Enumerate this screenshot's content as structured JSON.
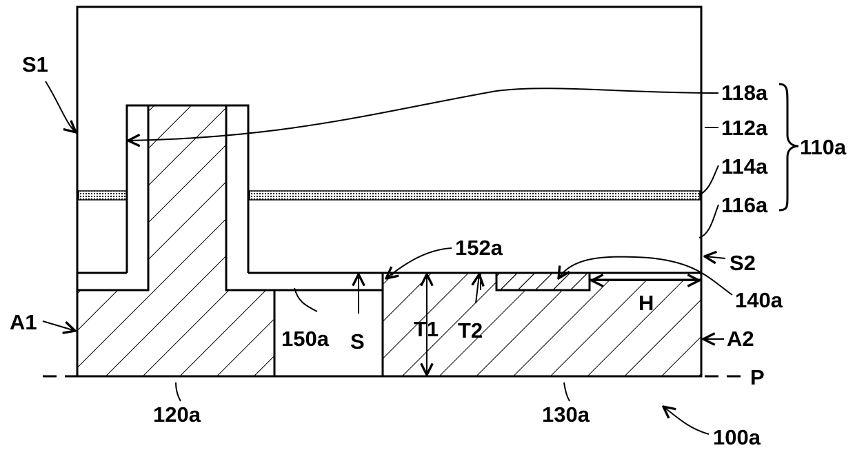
{
  "labels": {
    "s1": "S1",
    "l118a": "118a",
    "l112a": "112a",
    "l114a": "114a",
    "l116a": "116a",
    "l110a": "110a",
    "l152a": "152a",
    "s2": "S2",
    "l140a": "140a",
    "a1": "A1",
    "l150a": "150a",
    "s": "S",
    "t1": "T1",
    "t2": "T2",
    "h": "H",
    "a2": "A2",
    "p": "P",
    "l120a": "120a",
    "l130a": "130a",
    "l100a": "100a"
  },
  "colors": {
    "line": "#000000",
    "background": "#ffffff"
  }
}
